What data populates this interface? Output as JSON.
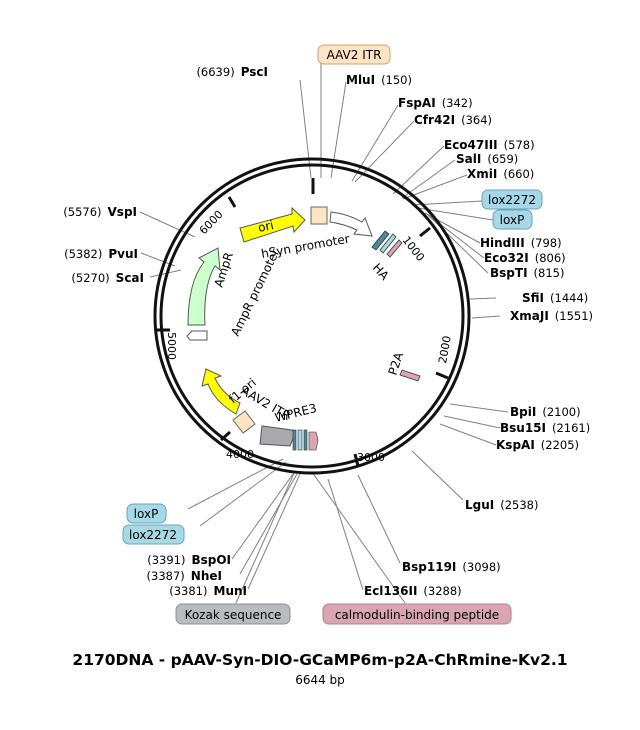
{
  "plasmid": {
    "name": "2170DNA - pAAV-Syn-DIO-GCaMP6m-p2A-ChRmine-Kv2.1",
    "length_label": "6644 bp"
  },
  "colors": {
    "backbone": "#111111",
    "leader": "#808080",
    "promoter": "#ffffff",
    "ori": "#ffff00",
    "ampr": "#ccffcc",
    "itr": "#ffe4c4",
    "lox": "#a6d8e8",
    "ha": "#4a8a9a",
    "peptide": "#d9a5b5",
    "wpre": "#a9a9ae",
    "kozak": "#b8bcbf"
  },
  "scale": {
    "tick_labels": [
      {
        "label": "1000",
        "name": "tick-1000"
      },
      {
        "label": "2000",
        "name": "tick-2000"
      },
      {
        "label": "3000",
        "name": "tick-3000"
      },
      {
        "label": "4000",
        "name": "tick-4000"
      },
      {
        "label": "5000",
        "name": "tick-5000"
      },
      {
        "label": "6000",
        "name": "tick-6000"
      }
    ]
  },
  "sites": [
    {
      "name": "PscI",
      "pos": "(6639)",
      "side": "left"
    },
    {
      "name": "MluI",
      "pos": "(150)",
      "side": "right"
    },
    {
      "name": "FspAI",
      "pos": "(342)",
      "side": "right"
    },
    {
      "name": "Cfr42I",
      "pos": "(364)",
      "side": "right"
    },
    {
      "name": "Eco47III",
      "pos": "(578)",
      "side": "right"
    },
    {
      "name": "SalI",
      "pos": "(659)",
      "side": "right"
    },
    {
      "name": "XmiI",
      "pos": "(660)",
      "side": "right"
    },
    {
      "name": "HindIII",
      "pos": "(798)",
      "side": "right"
    },
    {
      "name": "Eco32I",
      "pos": "(806)",
      "side": "right"
    },
    {
      "name": "BspTI",
      "pos": "(815)",
      "side": "right"
    },
    {
      "name": "SfiI",
      "pos": "(1444)",
      "side": "right"
    },
    {
      "name": "XmaJI",
      "pos": "(1551)",
      "side": "right"
    },
    {
      "name": "BpiI",
      "pos": "(2100)",
      "side": "right"
    },
    {
      "name": "Bsu15I",
      "pos": "(2161)",
      "side": "right"
    },
    {
      "name": "KspAI",
      "pos": "(2205)",
      "side": "right"
    },
    {
      "name": "LguI",
      "pos": "(2538)",
      "side": "right"
    },
    {
      "name": "Bsp119I",
      "pos": "(3098)",
      "side": "right"
    },
    {
      "name": "Ecl136II",
      "pos": "(3288)",
      "side": "right"
    },
    {
      "name": "MunI",
      "pos": "(3381)",
      "side": "left"
    },
    {
      "name": "NheI",
      "pos": "(3387)",
      "side": "left"
    },
    {
      "name": "BspOI",
      "pos": "(3391)",
      "side": "left"
    },
    {
      "name": "ScaI",
      "pos": "(5270)",
      "side": "left"
    },
    {
      "name": "PvuI",
      "pos": "(5382)",
      "side": "left"
    },
    {
      "name": "VspI",
      "pos": "(5576)",
      "side": "left"
    }
  ],
  "annotations": [
    {
      "label": "AAV2 ITR",
      "kind": "itr"
    },
    {
      "label": "lox2272",
      "kind": "lox"
    },
    {
      "label": "loxP",
      "kind": "lox"
    },
    {
      "label": "loxP",
      "kind": "lox"
    },
    {
      "label": "lox2272",
      "kind": "lox"
    },
    {
      "label": "Kozak sequence",
      "kind": "kozak"
    },
    {
      "label": "calmodulin-binding peptide",
      "kind": "peptide"
    }
  ],
  "features": {
    "ori": "ori",
    "hsyn_promoter": "hSyn promoter",
    "ha": "HA",
    "ampr": "AmpR",
    "ampr_promoter": "AmpR promoter",
    "p2a": "P2A",
    "f1_ori": "f1 ori",
    "aav2_itr": "AAV2 ITR",
    "wpre": "WPRE3"
  }
}
